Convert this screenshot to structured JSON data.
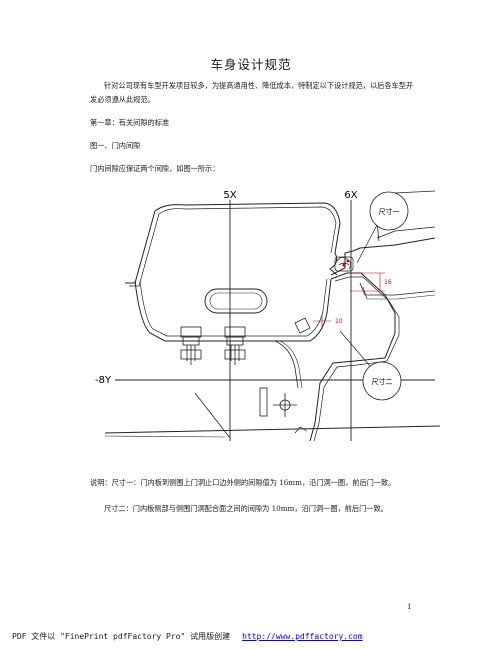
{
  "doc": {
    "title": "车身设计规范",
    "intro": "针对公司现有车型开发项目较多，为提高通用性、降低成本，特制定以下设计规范，以后各车型开发必须遵从此规范。",
    "chapter": "第一章：有关间隙的标准",
    "figure_heading": "图一、门内间隙",
    "figure_intro": "门内间隙应保证两个间隙，如图一所示：",
    "note1": "说明：尺寸一：门内板到侧围上门洞止口边外侧的间隙值为 16mm，沿门洞一圈，前后门一致。",
    "note2": "尺寸二：门内板侧部与侧围门洞配合面之间的间隙为 10mm，沿门洞一圈，前后门一致。",
    "page_number": "1"
  },
  "figure": {
    "grid_x1": "5X",
    "grid_x2": "6X",
    "grid_y": "-8Y",
    "callout1": "尺寸一",
    "callout2": "尺寸二",
    "dim1": "16",
    "dim2": "10"
  },
  "footer": {
    "text": "PDF 文件以 \"FinePrint pdfFactory Pro\" 试用版创建",
    "link": "http://www.pdffactory.com"
  }
}
